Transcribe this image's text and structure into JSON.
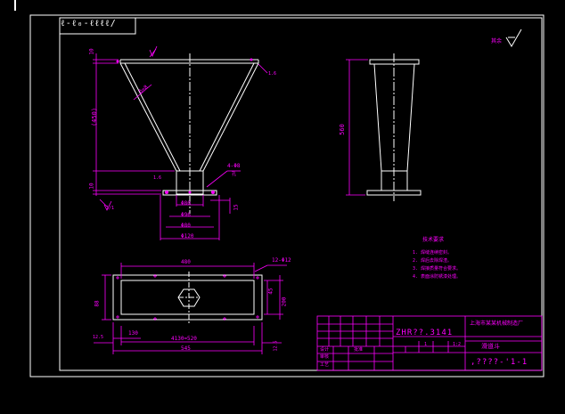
{
  "window": {
    "title": ""
  },
  "title_stamp": "ℓ-ℓ₀-ℓℓℓℓ/",
  "roughness_label": "其余",
  "colors": {
    "background": "#000000",
    "frame": "#ffffff",
    "drawing": "#ffffff",
    "dimension": "#ff00ff",
    "title_block": "#ff00ff"
  },
  "front_view": {
    "dims": {
      "top_thickness": "10",
      "height": "(450)",
      "bottom_thickness": "10",
      "slope_label": "δ=8",
      "holes": "4-Φ8",
      "hole_sub": "孔",
      "bottom_inner": "Φ80",
      "bottom_mid": "Φ96",
      "bottom_outer": "Φ80",
      "flange_width": "Φ120",
      "flange_h": "15",
      "weld_left": "1.6",
      "weld_right": "1.6",
      "datum": "1/1"
    }
  },
  "side_view": {
    "dims": {
      "height": "560"
    }
  },
  "top_view": {
    "dims": {
      "overall_top": "480",
      "holes": "12-Φ12",
      "left_h": "88",
      "inner_w": "45",
      "outer_h": "200",
      "pitch_left": "130",
      "pitch_total": "4130=520",
      "total_w": "545",
      "edge_left": "12.5",
      "edge_right": "12.5"
    }
  },
  "tech_requirements": {
    "title": "技术要求",
    "items": [
      "1. 焊缝连续密封。",
      "2. 焊后去除焊渣。",
      "3. 焊接质量符合要求。",
      "4. 表面涂防锈漆处理。"
    ]
  },
  "title_block": {
    "drawing_number": "ZHR??.3141",
    "school": "上海市某某机械制造厂",
    "part_name": "滑道斗",
    "drawing_code": ",????-'1-1",
    "scale": "1:2",
    "sheet": "1",
    "labels": [
      "设计",
      "审核",
      "工艺",
      "批准"
    ]
  }
}
